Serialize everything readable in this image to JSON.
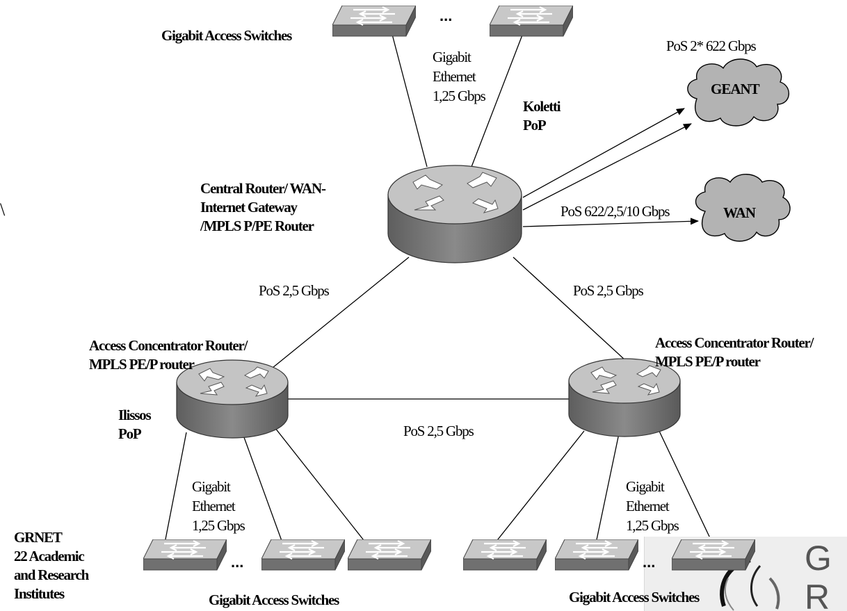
{
  "labels": {
    "gigabit_access_top": "Gigabit Access Switches",
    "dots_top": "...",
    "gig_eth_top": [
      "Gigabit",
      "Ethernet",
      "1,25 Gbps"
    ],
    "koletti": [
      "Koletti",
      "PoP"
    ],
    "pos_geant": "PoS 2* 622 Gbps",
    "central_router": [
      "Central Router/ WAN-",
      "Internet Gateway",
      "/MPLS P/PE Router"
    ],
    "pos_wan": "PoS 622/2,5/10 Gbps",
    "pos_left": "PoS 2,5 Gbps",
    "pos_right": "PoS 2,5 Gbps",
    "pos_bottom": "PoS 2,5 Gbps",
    "access_left": [
      "Access Concentrator Router/",
      "MPLS PE/P router"
    ],
    "access_right": [
      "Access Concentrator Router/",
      "MPLS PE/P router"
    ],
    "ilissos": [
      "Ilissos",
      "PoP"
    ],
    "gig_eth_left": [
      "Gigabit",
      "Ethernet",
      "1,25 Gbps"
    ],
    "gig_eth_right": [
      "Gigabit",
      "Ethernet",
      "1,25 Gbps"
    ],
    "grnet": [
      "GRNET",
      "22 Academic",
      "and Research",
      "Institutes"
    ],
    "dots_bottom_left": "...",
    "dots_bottom_right": "...",
    "gigabit_access_bottom_left": "Gigabit Access Switches",
    "gigabit_access_bottom_right": "Gigabit Access Switches",
    "edge_mark": "\\"
  },
  "clouds": {
    "geant": "GEANT",
    "wan": "WAN"
  },
  "logo": {
    "letter1": "G",
    "letter2": "R"
  },
  "colors": {
    "device_top": "#c0c0c0",
    "device_side": "#7a7a7a",
    "line": "#000000"
  }
}
